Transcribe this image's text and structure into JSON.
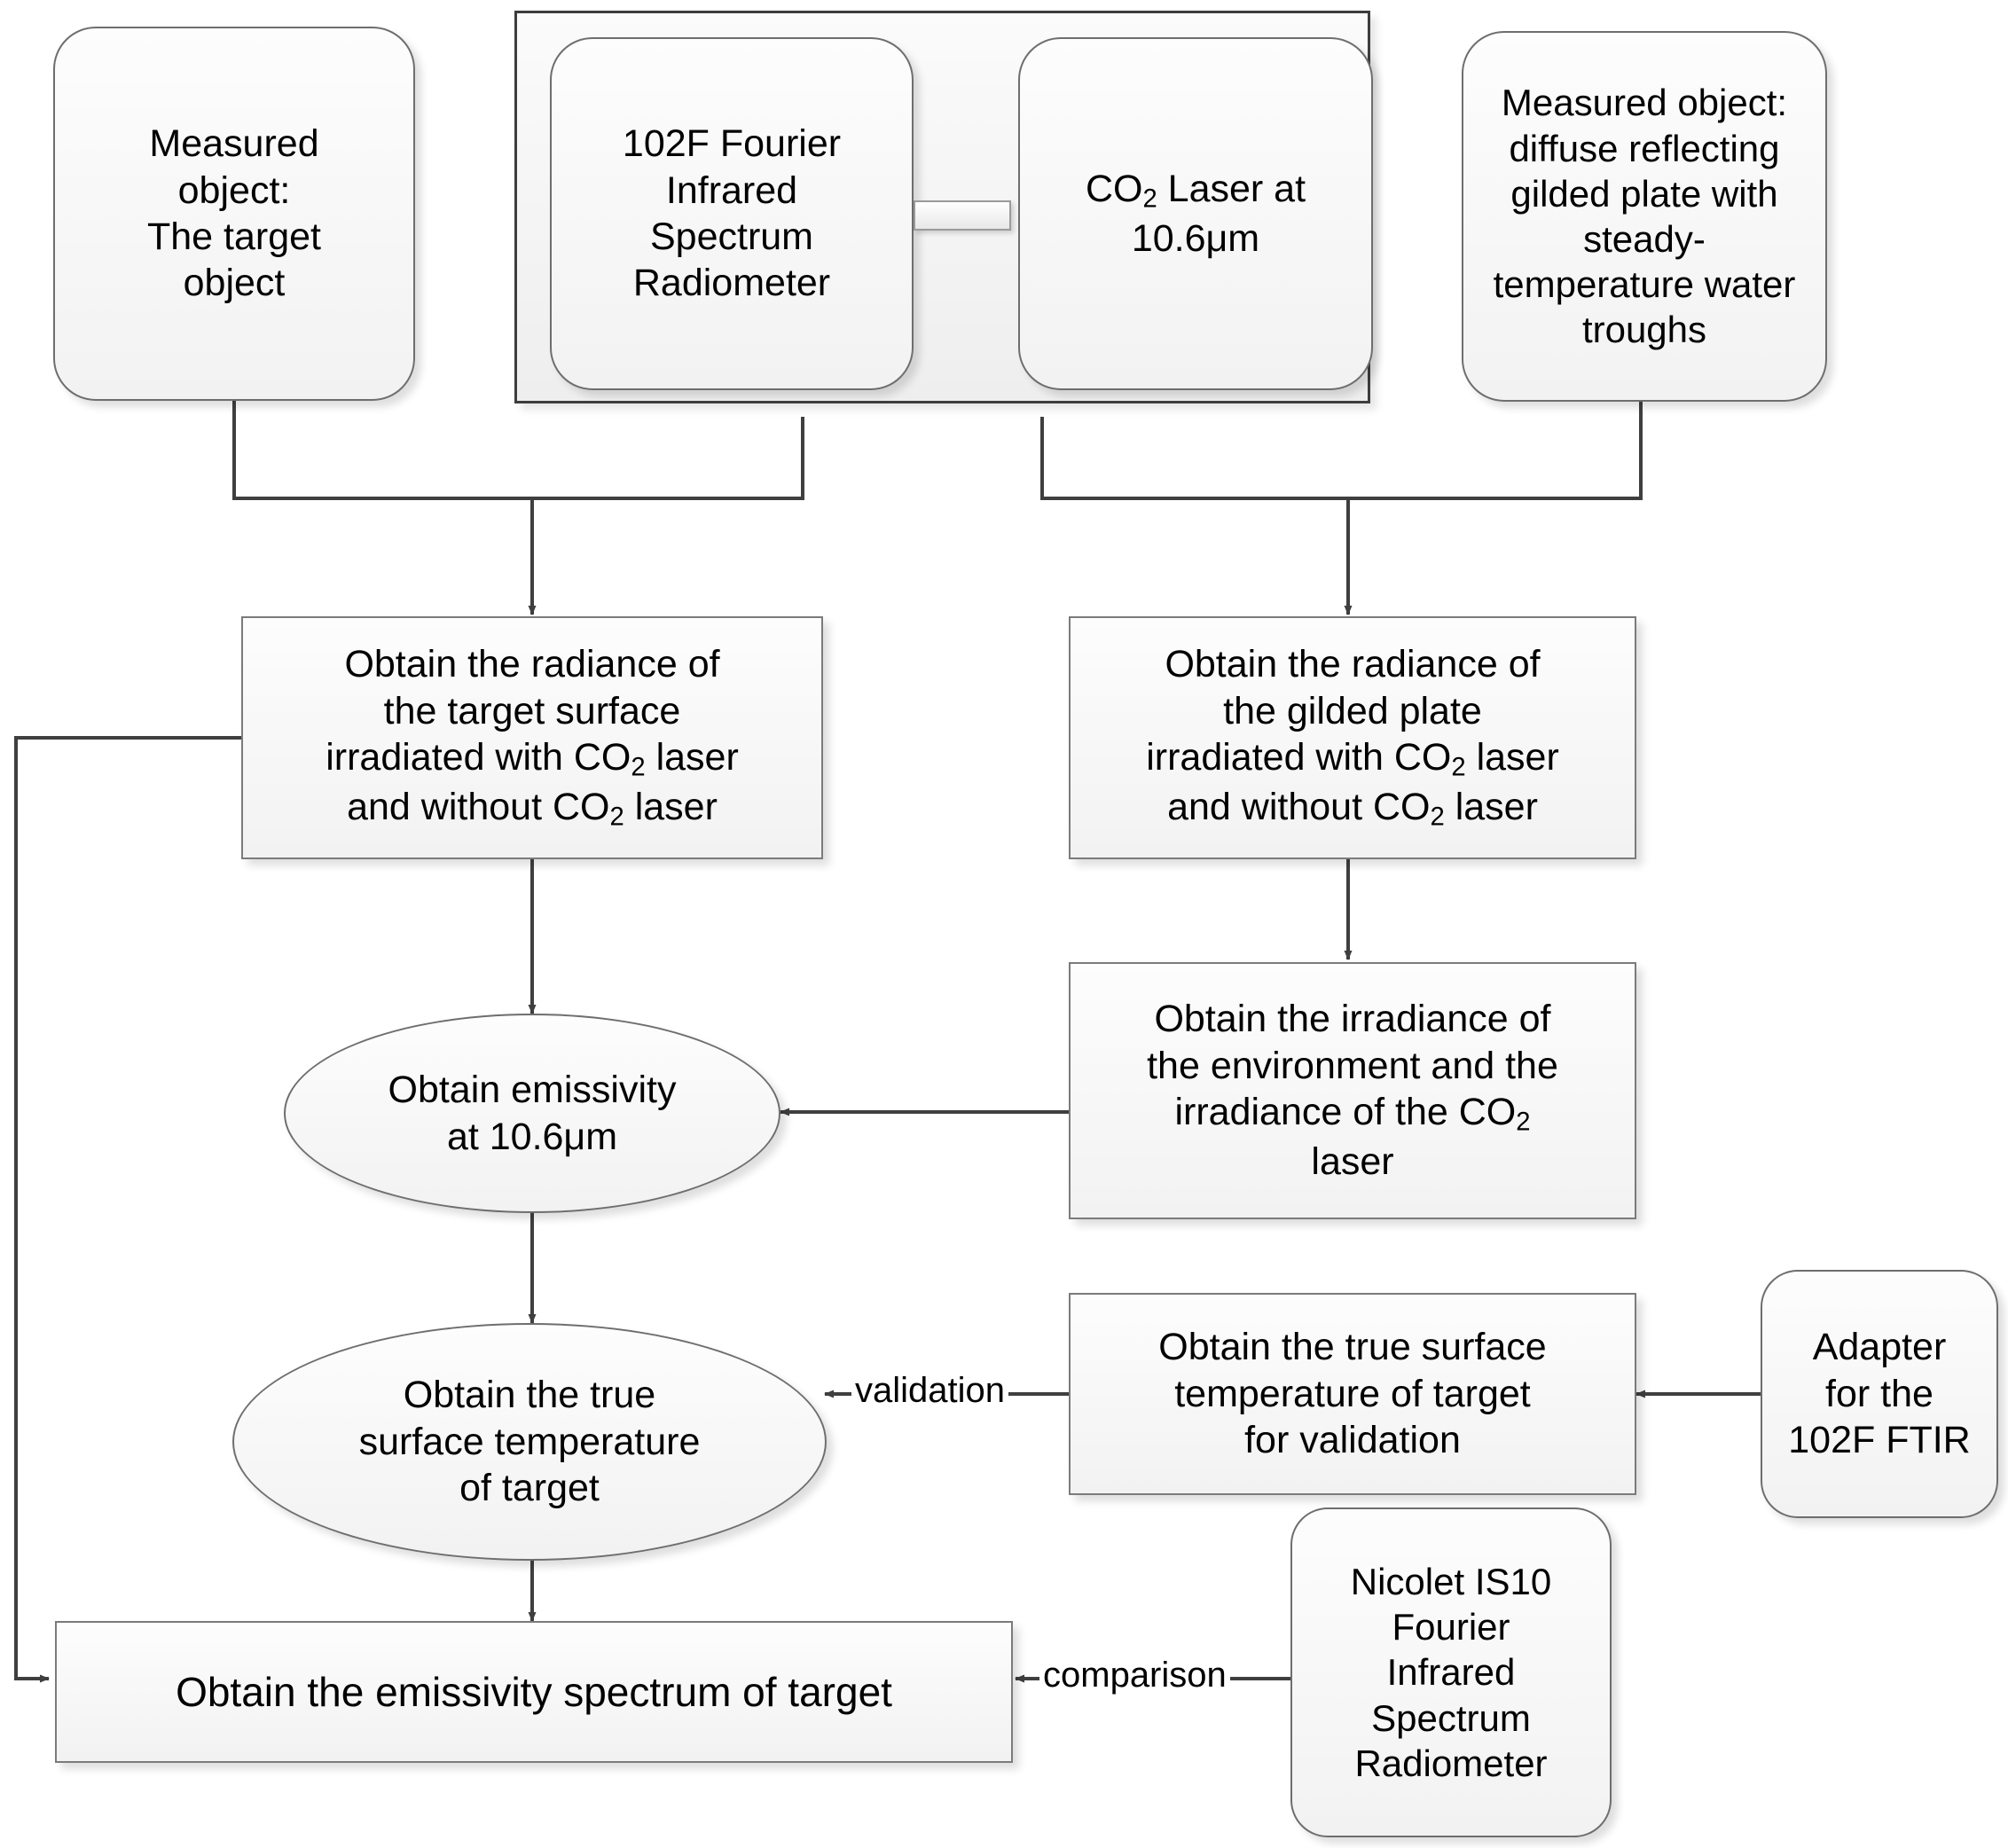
{
  "diagram": {
    "title": "Emissivity measurement workflow flowchart",
    "colors": {
      "node_border": "#6e6e6e",
      "rect_border": "#7b7b7b",
      "group_border": "#3d3d3d",
      "edge_stroke": "#3f3f3f",
      "node_fill_top": "#fdfdfd",
      "node_fill_bottom": "#f2f2f2",
      "text": "#000000",
      "background": "#ffffff"
    }
  },
  "nodes": {
    "measured_object_target": {
      "shape": "rounded-rect",
      "text": "Measured\nobject:\nThe target\nobject"
    },
    "ftir_102f": {
      "shape": "rounded-rect",
      "text": "102F Fourier\nInfrared\nSpectrum\nRadiometer"
    },
    "co2_laser": {
      "shape": "rounded-rect",
      "text_line1": "CO",
      "text_sub1": "2",
      "text_line1_rest": " Laser at",
      "text_line2": "10.6μm"
    },
    "measured_object_gilded": {
      "shape": "rounded-rect",
      "text": "Measured object:\ndiffuse reflecting\ngilded plate with\nsteady-\ntemperature water\ntroughs"
    },
    "radiance_target": {
      "shape": "rect",
      "line1": "Obtain the radiance of",
      "line2": "the target surface",
      "line3_a": "irradiated with CO",
      "line3_sub": "2",
      "line3_b": " laser",
      "line4_a": "and without CO",
      "line4_sub": "2",
      "line4_b": " laser"
    },
    "radiance_gilded": {
      "shape": "rect",
      "line1": "Obtain the radiance of",
      "line2": "the gilded plate",
      "line3_a": "irradiated with CO",
      "line3_sub": "2",
      "line3_b": " laser",
      "line4_a": "and without CO",
      "line4_sub": "2",
      "line4_b": " laser"
    },
    "emissivity_106": {
      "shape": "ellipse",
      "text": "Obtain emissivity\nat 10.6μm"
    },
    "irradiance_env": {
      "shape": "rect",
      "line1": "Obtain the irradiance of",
      "line2": "the environment and the",
      "line3_a": "irradiance of the CO",
      "line3_sub": "2",
      "line4": "laser"
    },
    "true_temp_target": {
      "shape": "ellipse",
      "text": "Obtain the true\nsurface temperature\nof target"
    },
    "true_temp_validation": {
      "shape": "rect",
      "text": "Obtain the true surface\ntemperature of target\nfor validation"
    },
    "adapter_102f_ftir": {
      "shape": "rounded-rect",
      "text": "Adapter\nfor the\n102F FTIR"
    },
    "emissivity_spectrum": {
      "shape": "rect",
      "text": "Obtain the emissivity spectrum of target"
    },
    "nicolet_is10": {
      "shape": "rounded-rect",
      "text": "Nicolet IS10\nFourier\nInfrared\nSpectrum\nRadiometer"
    }
  },
  "edge_labels": {
    "validation": "validation",
    "comparison": "comparison"
  },
  "edges": [
    {
      "from": "measured_object_target",
      "to": "radiance_target",
      "style": "elbow-merge-arrow"
    },
    {
      "from": "ftir_102f",
      "to": "radiance_target",
      "style": "elbow-merge-arrow"
    },
    {
      "from": "co2_laser",
      "to": "radiance_gilded",
      "style": "elbow-merge-arrow"
    },
    {
      "from": "measured_object_gilded",
      "to": "radiance_gilded",
      "style": "elbow-merge-arrow"
    },
    {
      "from": "radiance_target",
      "to": "emissivity_106",
      "style": "straight-arrow"
    },
    {
      "from": "radiance_gilded",
      "to": "irradiance_env",
      "style": "straight-arrow"
    },
    {
      "from": "irradiance_env",
      "to": "emissivity_106",
      "style": "left-arrow"
    },
    {
      "from": "emissivity_106",
      "to": "true_temp_target",
      "style": "straight-arrow"
    },
    {
      "from": "true_temp_validation",
      "to": "true_temp_target",
      "style": "left-arrow",
      "label": "validation"
    },
    {
      "from": "adapter_102f_ftir",
      "to": "true_temp_validation",
      "style": "left-arrow"
    },
    {
      "from": "true_temp_target",
      "to": "emissivity_spectrum",
      "style": "straight-arrow"
    },
    {
      "from": "nicolet_is10",
      "to": "emissivity_spectrum",
      "style": "left-arrow",
      "label": "comparison"
    },
    {
      "from": "radiance_target",
      "to": "emissivity_spectrum",
      "style": "left-loop-arrow"
    }
  ],
  "instrument_group": {
    "contains": [
      "ftir_102f",
      "co2_laser"
    ],
    "connector": "rigid-link"
  }
}
